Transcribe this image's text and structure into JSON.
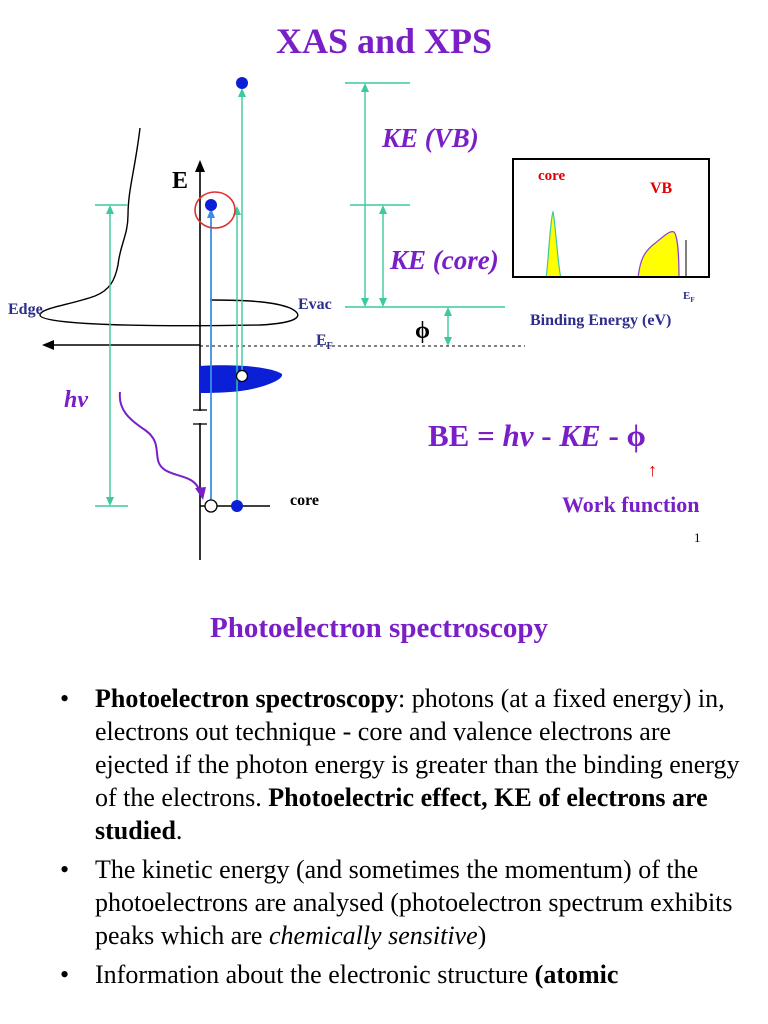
{
  "slide": {
    "title": "XAS and XPS",
    "axis_label": "E",
    "edge_label": "Edge",
    "evac_label": "Evac",
    "ef_label": "E",
    "ef_sub": "F",
    "hv_label": "hv",
    "core_label": "core",
    "phi_symbol": "ϕ",
    "ke_vb_label": "KE (VB)",
    "ke_core_label": "KE (core)",
    "inset": {
      "core_label": "core",
      "vb_label": "VB",
      "ef_label": "E",
      "ef_sub": "F",
      "axis_label": "Binding Energy (eV)"
    },
    "equation": {
      "prefix": "BE = ",
      "hv": "hv",
      "minus1": " - ",
      "ke": "KE",
      "minus2": " - ",
      "phi": "ϕ"
    },
    "arrow_symbol": "↑",
    "work_function_label": "Work function",
    "page_number": "1",
    "colors": {
      "title": "#7a1fc7",
      "teal_line": "#3cc9a0",
      "blue_arrow": "#3a8ee6",
      "electron": "#0a1fd6",
      "highlight_circle": "#e03030",
      "yellow_peak": "#ffff00"
    }
  },
  "page2": {
    "title": "Photoelectron spectroscopy",
    "bullet_symbol": "•",
    "bullets": [
      {
        "bold_lead": "Photoelectron spectroscopy",
        "text": ": photons (at a fixed energy) in, electrons out technique - core and valence electrons are ejected if the photon energy is greater than the binding energy of the electrons. ",
        "bold_tail": "Photoelectric effect, KE of electrons are studied",
        "end": "."
      },
      {
        "text": "The kinetic energy (and sometimes the momentum) of the photoelectrons are analysed (photoelectron spectrum exhibits peaks which are ",
        "italic": "chemically sensitive",
        "end": ")"
      },
      {
        "text": "Information about the electronic structure ",
        "bold_tail": "(atomic"
      }
    ]
  }
}
